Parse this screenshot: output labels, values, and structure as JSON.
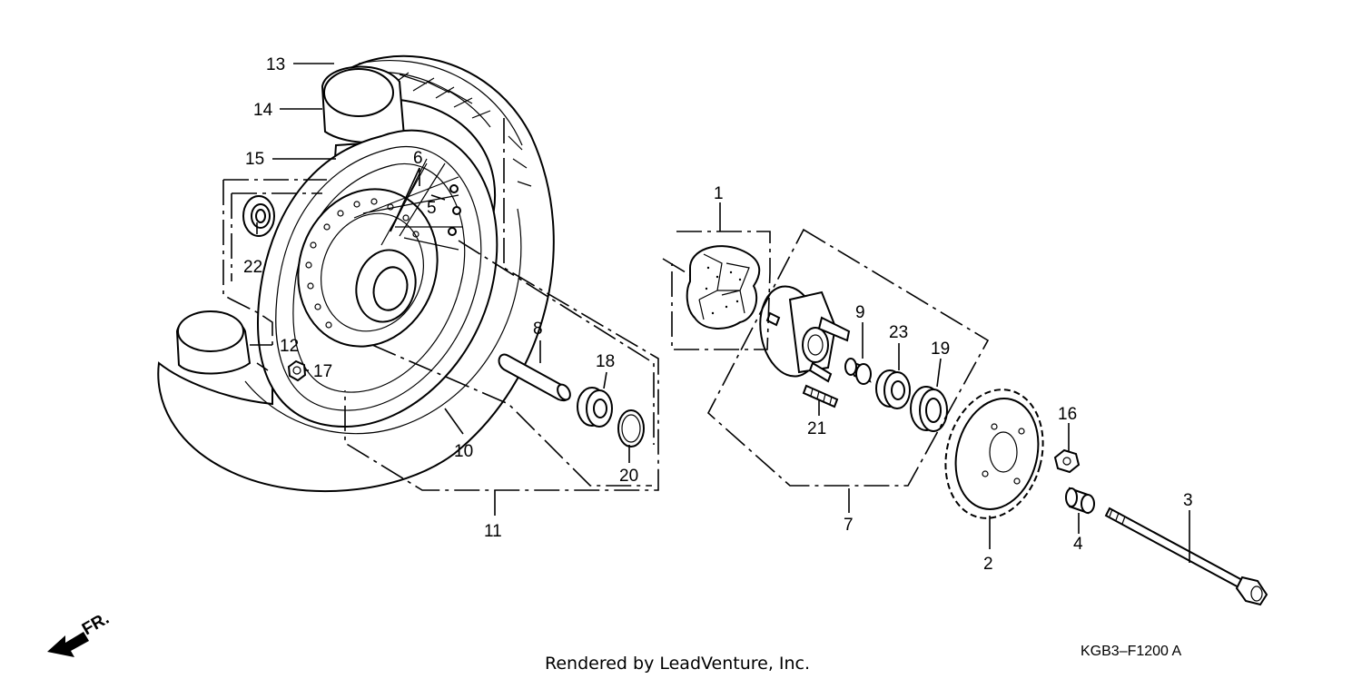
{
  "callouts": {
    "c1": "1",
    "c2": "2",
    "c3": "3",
    "c4": "4",
    "c5": "5",
    "c6": "6",
    "c7": "7",
    "c8": "8",
    "c9": "9",
    "c10": "10",
    "c11": "11",
    "c12": "12",
    "c13": "13",
    "c14": "14",
    "c15": "15",
    "c16": "16",
    "c17": "17",
    "c18": "18",
    "c19": "19",
    "c20": "20",
    "c21": "21",
    "c22": "22",
    "c23": "23"
  },
  "direction_label": "FR.",
  "footer": "Rendered by LeadVenture, Inc.",
  "diagram_code": "KGB3–F1200 A"
}
